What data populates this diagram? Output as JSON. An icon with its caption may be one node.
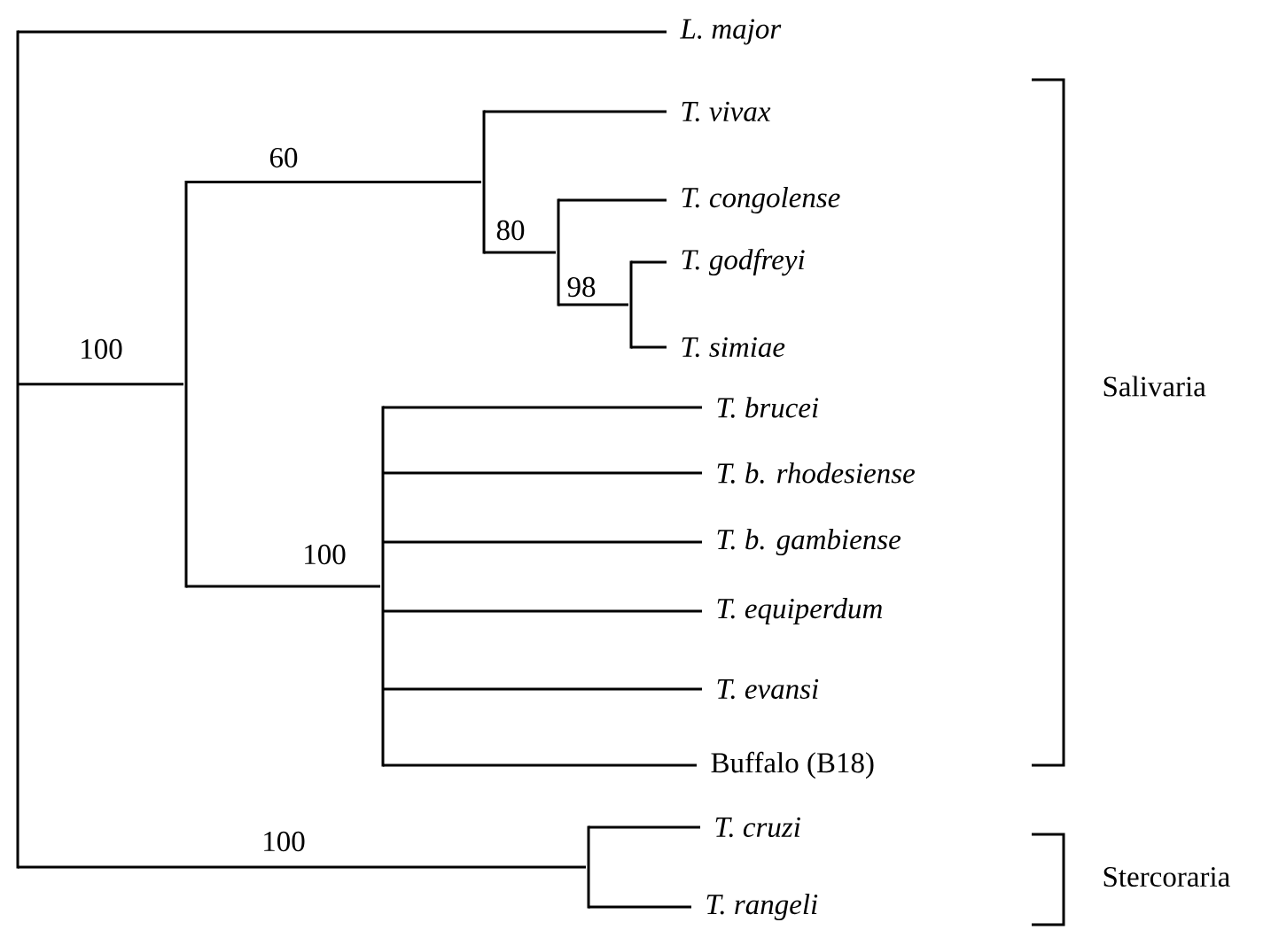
{
  "diagram": {
    "nodes": [
      {
        "text": [],
        "shape": "bar"
      },
      {
        "text": [
          "L. major"
        ]
      },
      {
        "text": [],
        "shape": "bar"
      },
      {
        "text": [],
        "shape": "bar"
      },
      {
        "text": [
          "T. vivax"
        ]
      },
      {
        "text": [],
        "shape": "bar"
      },
      {
        "text": [
          "T. congolense"
        ]
      },
      {
        "text": [],
        "shape": "bar"
      },
      {
        "text": [
          "T. godfreyi"
        ]
      },
      {
        "text": [
          "T. simiae"
        ]
      },
      {
        "text": [],
        "shape": "bar"
      },
      {
        "text": [
          "T. brucei"
        ]
      },
      {
        "text": [
          "T. b. rhodesiense"
        ]
      },
      {
        "text": [
          "T. b. gambiense"
        ]
      },
      {
        "text": [
          "T. equiperdum"
        ]
      },
      {
        "text": [
          "T. evansi"
        ]
      },
      {
        "text": [
          "Buffalo (B18)"
        ]
      },
      {
        "text": [],
        "shape": "bar"
      },
      {
        "text": [
          "T. cruzi"
        ]
      },
      {
        "text": [
          "T. rangeli"
        ]
      }
    ],
    "edges": [
      {
        "from": 0,
        "to": 1,
        "arrow": "none"
      },
      {
        "from": 0,
        "to": 2,
        "arrow": "none",
        "label": "100"
      },
      {
        "from": 2,
        "to": 3,
        "arrow": "none",
        "label": "60"
      },
      {
        "from": 3,
        "to": 4,
        "arrow": "none"
      },
      {
        "from": 3,
        "to": 5,
        "arrow": "none",
        "label": "80"
      },
      {
        "from": 5,
        "to": 6,
        "arrow": "none"
      },
      {
        "from": 5,
        "to": 7,
        "arrow": "none",
        "label": "98"
      },
      {
        "from": 7,
        "to": 8,
        "arrow": "none"
      },
      {
        "from": 7,
        "to": 9,
        "arrow": "none"
      },
      {
        "from": 2,
        "to": 10,
        "arrow": "none",
        "label": "100"
      },
      {
        "from": 10,
        "to": 11,
        "arrow": "none"
      },
      {
        "from": 10,
        "to": 12,
        "arrow": "none"
      },
      {
        "from": 10,
        "to": 13,
        "arrow": "none"
      },
      {
        "from": 10,
        "to": 14,
        "arrow": "none"
      },
      {
        "from": 10,
        "to": 15,
        "arrow": "none"
      },
      {
        "from": 10,
        "to": 16,
        "arrow": "none"
      },
      {
        "from": 0,
        "to": 17,
        "arrow": "none",
        "label": "100"
      },
      {
        "from": 17,
        "to": 18,
        "arrow": "none"
      },
      {
        "from": 17,
        "to": 19,
        "arrow": "none"
      }
    ],
    "labels": [
      "Salivaria",
      "Stercoraria"
    ]
  }
}
